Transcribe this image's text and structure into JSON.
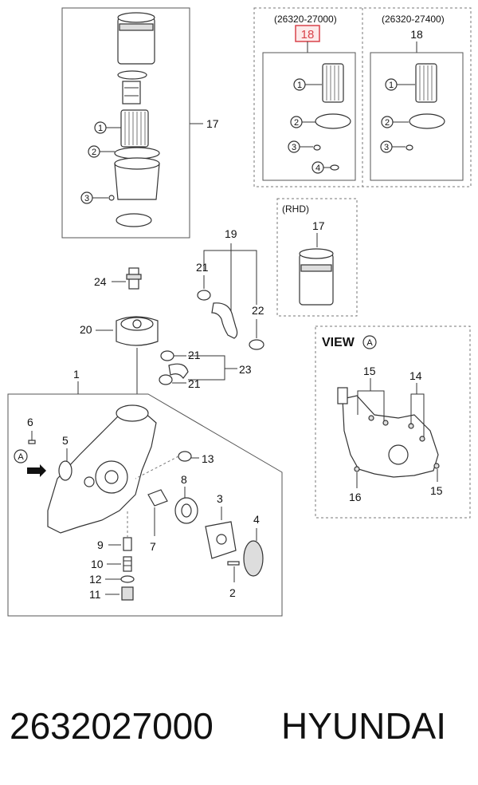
{
  "diagram": {
    "callouts": {
      "c1": "1",
      "c2": "2",
      "c3": "3",
      "c4": "4",
      "c5": "5",
      "c6": "6",
      "c7": "7",
      "c8": "8",
      "c9": "9",
      "c10": "10",
      "c11": "11",
      "c12": "12",
      "c13": "13",
      "c14": "14",
      "c15a": "15",
      "c15b": "15",
      "c16": "16",
      "c17": "17",
      "c17rhd": "17",
      "c18a": "18",
      "c18b": "18",
      "c19": "19",
      "c20": "20",
      "c21a": "21",
      "c21b": "21",
      "c21c": "21",
      "c22": "22",
      "c23": "23",
      "c24": "24"
    },
    "circled": {
      "f1": "1",
      "f2": "2",
      "f3": "3",
      "a1": "1",
      "a2": "2",
      "a3": "3",
      "a4": "4",
      "b1": "1",
      "b2": "2",
      "b3": "3",
      "arrowA": "A",
      "viewA": "A"
    },
    "variant_left": "(26320-27000)",
    "variant_right": "(26320-27400)",
    "rhd_label": "(RHD)",
    "view_label": "VIEW"
  },
  "highlight_color": "#d9434b",
  "footer": {
    "part_number": "2632027000",
    "brand": "HYUNDAI"
  }
}
